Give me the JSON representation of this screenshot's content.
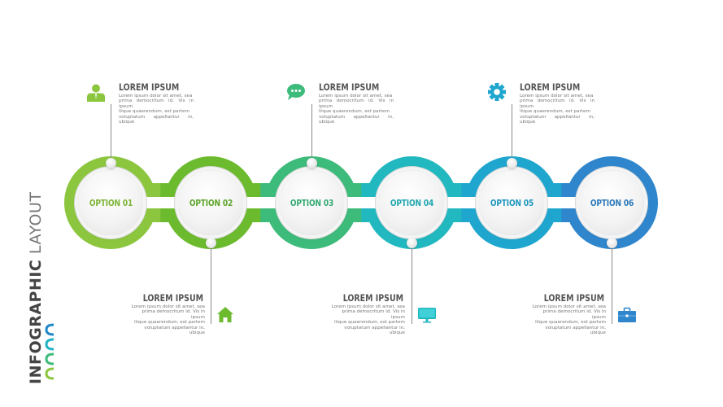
{
  "side_title": {
    "bold": "INFOGRAPHIC",
    "light": "LAYOUT"
  },
  "side_waves": [
    "#1e88c8",
    "#22b3c4",
    "#3dbb7a",
    "#8cc63f"
  ],
  "options": [
    {
      "label": "OPTION 01",
      "color": "#8cc63f",
      "text_color": "#7cb335",
      "position": "top",
      "icon": "user-icon",
      "title": "LOREM IPSUM",
      "lines": [
        "Lorem ipsum dolor sit amet, sea",
        "prima democritum id. Vis in ipsum",
        "liique quaerendum, est partem",
        "voluptatum appellantur in, ubique"
      ]
    },
    {
      "label": "OPTION 02",
      "color": "#6cbb2e",
      "text_color": "#5da52a",
      "position": "bottom",
      "icon": "home-icon",
      "title": "LOREM IPSUM",
      "lines": [
        "Lorem ipsum dolor sit amet, sea",
        "prima democritum id. Vis in ipsum",
        "liique quaerendum, est partem",
        "voluptatum appellantur in, ubique"
      ]
    },
    {
      "label": "OPTION 03",
      "color": "#3dbb7a",
      "text_color": "#33a870",
      "position": "top",
      "icon": "chat-bubble-icon",
      "title": "LOREM IPSUM",
      "lines": [
        "Lorem ipsum dolor sit amet, sea",
        "prima democritum id. Vis in ipsum",
        "liique quaerendum, est partem",
        "voluptatum appellantur in, ubique"
      ]
    },
    {
      "label": "OPTION 04",
      "color": "#22b8c0",
      "text_color": "#1ea5ad",
      "position": "bottom",
      "icon": "monitor-icon",
      "title": "LOREM IPSUM",
      "lines": [
        "Lorem ipsum dolor sit amet, sea",
        "prima democritum id. Vis in ipsum",
        "liique quaerendum, est partem",
        "voluptatum appellantur in, ubique"
      ]
    },
    {
      "label": "OPTION 05",
      "color": "#1fa6cf",
      "text_color": "#1c96bd",
      "position": "top",
      "icon": "gear-icon",
      "title": "LOREM IPSUM",
      "lines": [
        "Lorem ipsum dolor sit amet, sea",
        "prima democritum id. Vis in ipsum",
        "liique quaerendum, est partem",
        "voluptatum appellantur in, ubique"
      ]
    },
    {
      "label": "OPTION 06",
      "color": "#2f86cc",
      "text_color": "#2a78b8",
      "position": "bottom",
      "icon": "briefcase-icon",
      "title": "LOREM IPSUM",
      "lines": [
        "Lorem ipsum dolor sit amet, sea",
        "prima democritum id. Vis in ipsum",
        "liique quaerendum, est partem",
        "voluptatum appellantur in, ubique"
      ]
    }
  ]
}
